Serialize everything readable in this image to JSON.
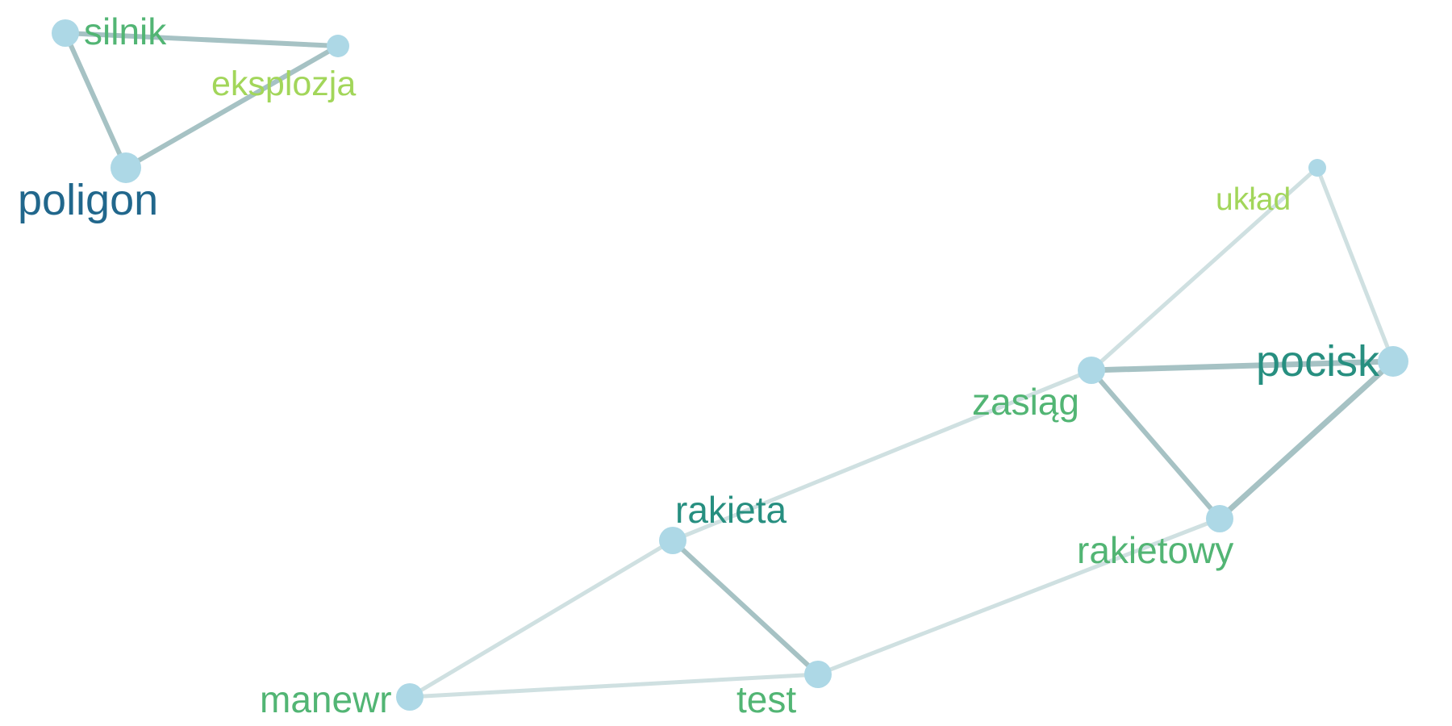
{
  "graph": {
    "nodes": [
      {
        "id": "silnik",
        "label": "silnik",
        "color": "#52b574",
        "weight": 3
      },
      {
        "id": "eksplozja",
        "label": "eksplozja",
        "color": "#a2d65a",
        "weight": 2
      },
      {
        "id": "poligon",
        "label": "poligon",
        "color": "#21678c",
        "weight": 4
      },
      {
        "id": "uklad",
        "label": "układ",
        "color": "#a2d65a",
        "weight": 1
      },
      {
        "id": "pocisk",
        "label": "pocisk",
        "color": "#278f80",
        "weight": 4
      },
      {
        "id": "zasieg",
        "label": "zasiąg",
        "color": "#52b574",
        "weight": 3
      },
      {
        "id": "rakieta",
        "label": "rakieta",
        "color": "#278f80",
        "weight": 3
      },
      {
        "id": "rakietowy",
        "label": "rakietowy",
        "color": "#52b574",
        "weight": 3
      },
      {
        "id": "test",
        "label": "test",
        "color": "#52b574",
        "weight": 3
      },
      {
        "id": "manewr",
        "label": "manewr",
        "color": "#52b574",
        "weight": 3
      }
    ],
    "edges": [
      {
        "source": "silnik",
        "target": "eksplozja",
        "strength": 2
      },
      {
        "source": "silnik",
        "target": "poligon",
        "strength": 2
      },
      {
        "source": "eksplozja",
        "target": "poligon",
        "strength": 2
      },
      {
        "source": "uklad",
        "target": "zasieg",
        "strength": 1
      },
      {
        "source": "uklad",
        "target": "pocisk",
        "strength": 1
      },
      {
        "source": "zasieg",
        "target": "pocisk",
        "strength": 3
      },
      {
        "source": "zasieg",
        "target": "rakietowy",
        "strength": 2
      },
      {
        "source": "pocisk",
        "target": "rakietowy",
        "strength": 3
      },
      {
        "source": "zasieg",
        "target": "rakieta",
        "strength": 1
      },
      {
        "source": "rakieta",
        "target": "test",
        "strength": 2
      },
      {
        "source": "rakieta",
        "target": "manewr",
        "strength": 1
      },
      {
        "source": "manewr",
        "target": "test",
        "strength": 1
      },
      {
        "source": "test",
        "target": "rakietowy",
        "strength": 1
      }
    ],
    "node_fill": "#add8e6",
    "edge_strong_color": "#a6c2c4",
    "edge_weak_color": "#cfe0e1"
  }
}
